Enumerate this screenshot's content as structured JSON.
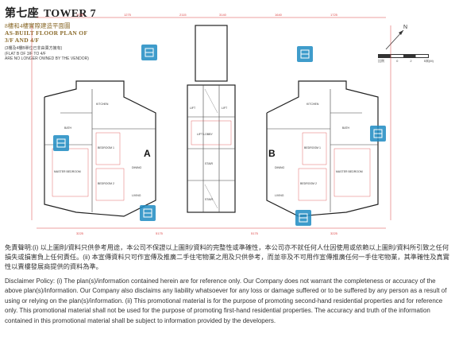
{
  "header": {
    "title_zh": "第七座",
    "title_en": "TOWER 7",
    "subtitle_zh": "8樓和4樓實際建造平面圖",
    "subtitle_en_1": "AS-BUILT FLOOR PLAN OF",
    "subtitle_en_2": "3/F AND 4/F",
    "note_zh": "(3樓及4樓B單位已非由賣方擁有)",
    "note_en_1": "(FLAT B OF 3/F TO 4/F",
    "note_en_2": "ARE NO LONGER OWNED BY THE VENDOR)"
  },
  "compass": {
    "letter": "N"
  },
  "scale": {
    "left": "0",
    "mid": "2",
    "right": "5米(M)",
    "label": "比例"
  },
  "plan": {
    "flat_a": "A",
    "flat_b": "B",
    "rooms_a": [
      "BEDROOM 1",
      "BEDROOM 2",
      "MASTER BEDROOM",
      "DINING",
      "LIVING",
      "KITCHEN",
      "BATH"
    ],
    "rooms_b": [
      "BEDROOM 1",
      "BEDROOM 2",
      "MASTER BEDROOM",
      "DINING",
      "LIVING",
      "KITCHEN",
      "BATH"
    ],
    "core": [
      "LIFT",
      "LIFT",
      "LIFT LOBBY",
      "STAIR",
      "STAIR"
    ],
    "dims_top": [
      "1725",
      "1275",
      "2115",
      "3140",
      "1640",
      "1725"
    ],
    "dims_bottom": [
      "3225",
      "5175",
      "5175",
      "3225"
    ]
  },
  "watermark": {
    "color": "#1e8bc3"
  },
  "disclaimer": {
    "zh": "免責聲明:(i) 以上圖則/資料只供參考用途，本公司不保證以上圖則/資料的完整性或準確性，本公司亦不就任何人仕因使用或依賴以上圖則/資料所引致之任何損失或損害負上任何責任。(ii) 本宣傳資料只可作宣傳及推廣二手住宅物業之用及只供參考，而並非及不可用作宣傳推廣任何一手住宅物業，其準確性及真實性以賣樓發展商提供的資料為準。",
    "en": "Disclaimer Policy: (i) The plan(s)/information contained herein are for reference only. Our Company does not warrant the completeness or accuracy of the above plan(s)/information. Our Company also disclaims any liability whatsoever for any loss or damage suffered or to be suffered by any person as a result of using or relying on the plan(s)/information. (ii) This promotional material is for the purpose of promoting second-hand residential properties and for reference only. This promotional material shall not be used for the purpose of promoting first-hand residential properties. The accuracy and truth of the information contained in this promotional material shall be subject to information provided by the developers."
  }
}
